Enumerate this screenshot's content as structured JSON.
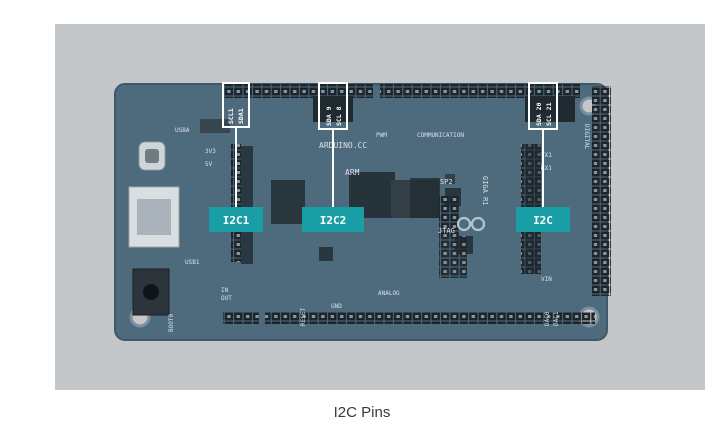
{
  "caption": "I2C Pins",
  "colors": {
    "background": "#c3c7c9",
    "board": "#4e6a7d",
    "board_edge": "#3f586a",
    "highlight_label": "#1a9ea5",
    "highlight_box": "#ffffff",
    "header": "#1f2a31"
  },
  "board": {
    "silkscreen": [
      "ARDUINO.CC",
      "ARM",
      "SP2",
      "JTAG",
      "GIGA R1",
      "PWM",
      "COMMUNICATION",
      "ANALOG",
      "GND",
      "USBA",
      "USB1",
      "DAC0",
      "DAC1",
      "IN",
      "OUT",
      "RESET",
      "BOOT0",
      "DIGITAL",
      "3V3",
      "5V",
      "VIN",
      "TX1",
      "RX1"
    ],
    "highlighted_pins": {
      "left": [
        "SCL1",
        "SDA1"
      ],
      "middle": [
        "SDA 9",
        "SCL 8"
      ],
      "right": [
        "SDA 20",
        "SCL 21"
      ]
    }
  },
  "labels": {
    "i2c1": "I2C1",
    "i2c2": "I2C2",
    "i2c": "I2C"
  }
}
